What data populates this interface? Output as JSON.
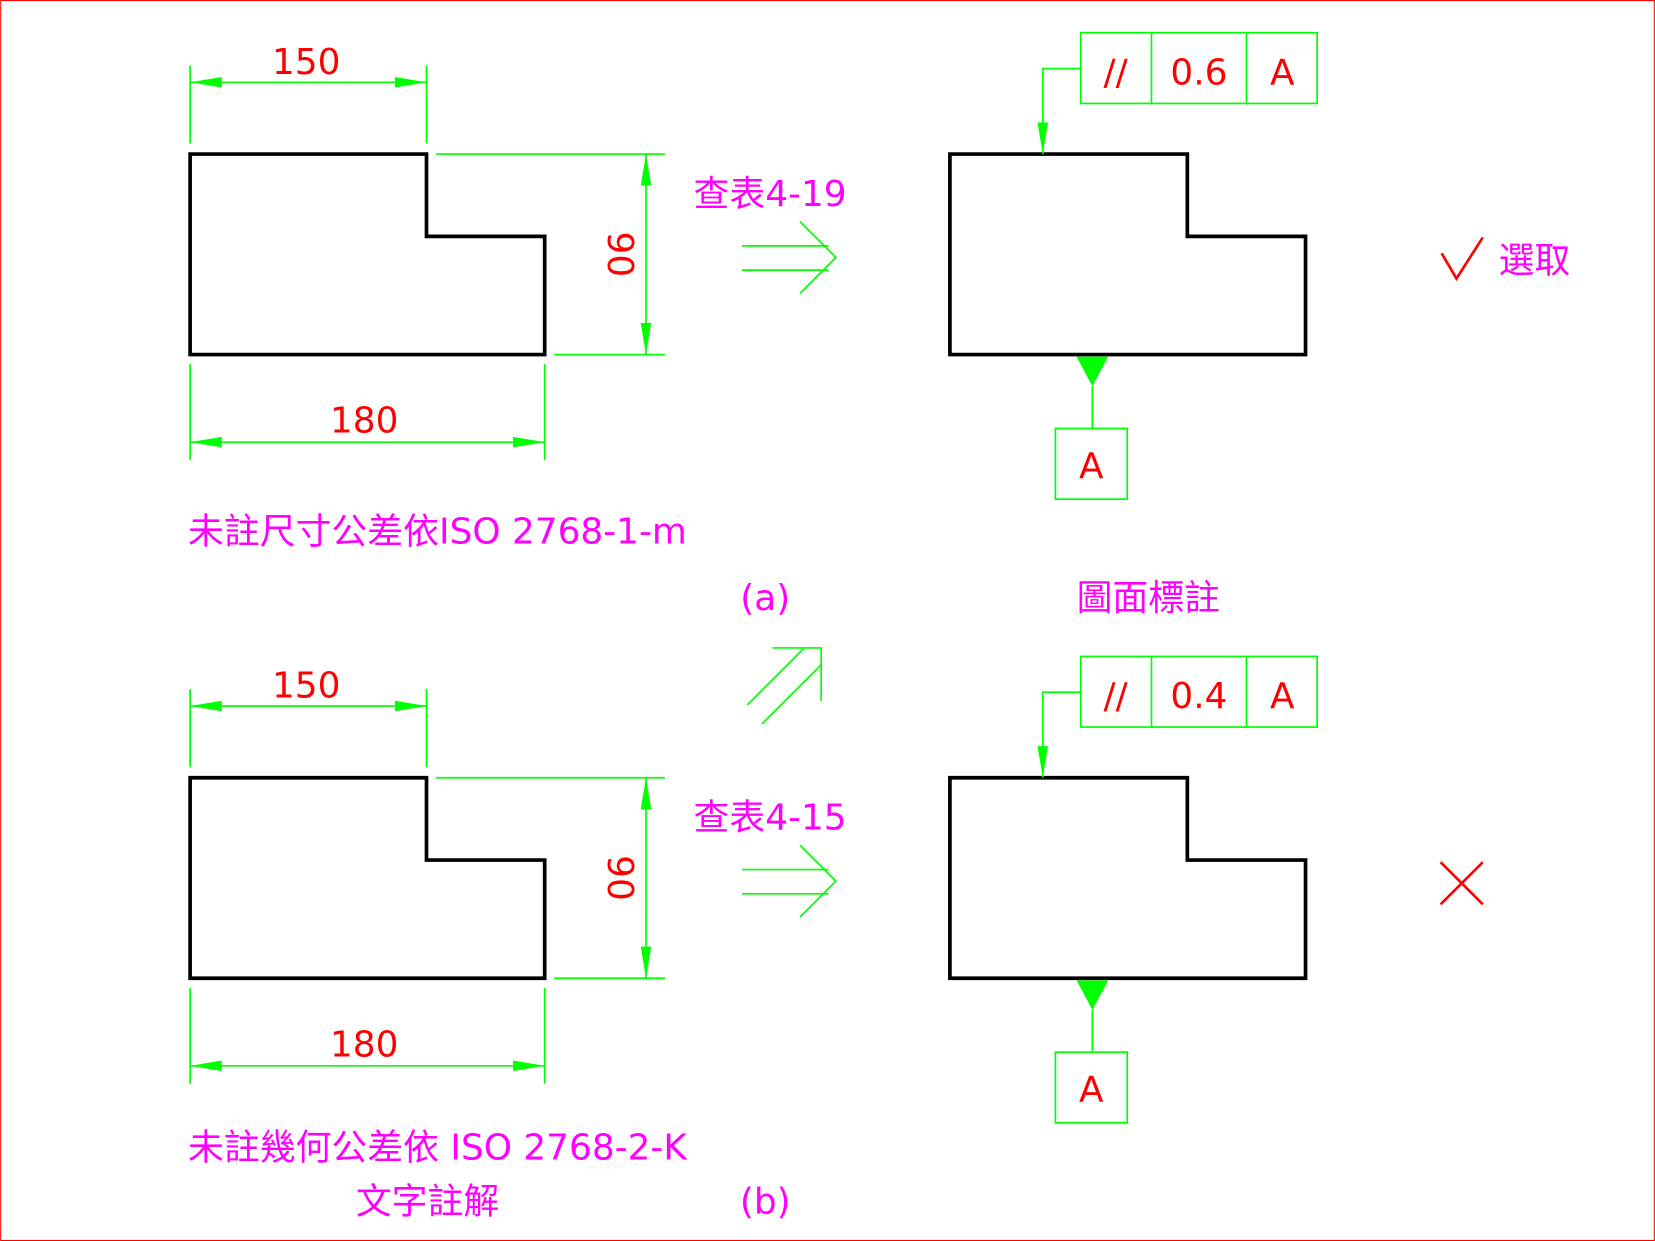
{
  "panel_a": {
    "dim_top": "150",
    "dim_side": "90",
    "dim_bottom": "180",
    "note": "未註尺寸公差依ISO 2768-1-m",
    "label": "(a)",
    "table_ref": "查表4-19",
    "fcf": {
      "symbol": "//",
      "tolerance": "0.6",
      "datum": "A"
    },
    "datum_label": "A",
    "result_text": "選取",
    "result_icon": "check-icon"
  },
  "center_caption": "圖面標註",
  "panel_b": {
    "dim_top": "150",
    "dim_side": "90",
    "dim_bottom": "180",
    "note": "未註幾何公差依 ISO 2768-2-K",
    "note2": "文字註解",
    "label": "(b)",
    "table_ref": "查表4-15",
    "fcf": {
      "symbol": "//",
      "tolerance": "0.4",
      "datum": "A"
    },
    "datum_label": "A",
    "result_icon": "cross-icon"
  },
  "colors": {
    "dimension": "#00ff00",
    "text": "#ff0000",
    "annotation": "#ff00ff",
    "outline": "#000000"
  }
}
